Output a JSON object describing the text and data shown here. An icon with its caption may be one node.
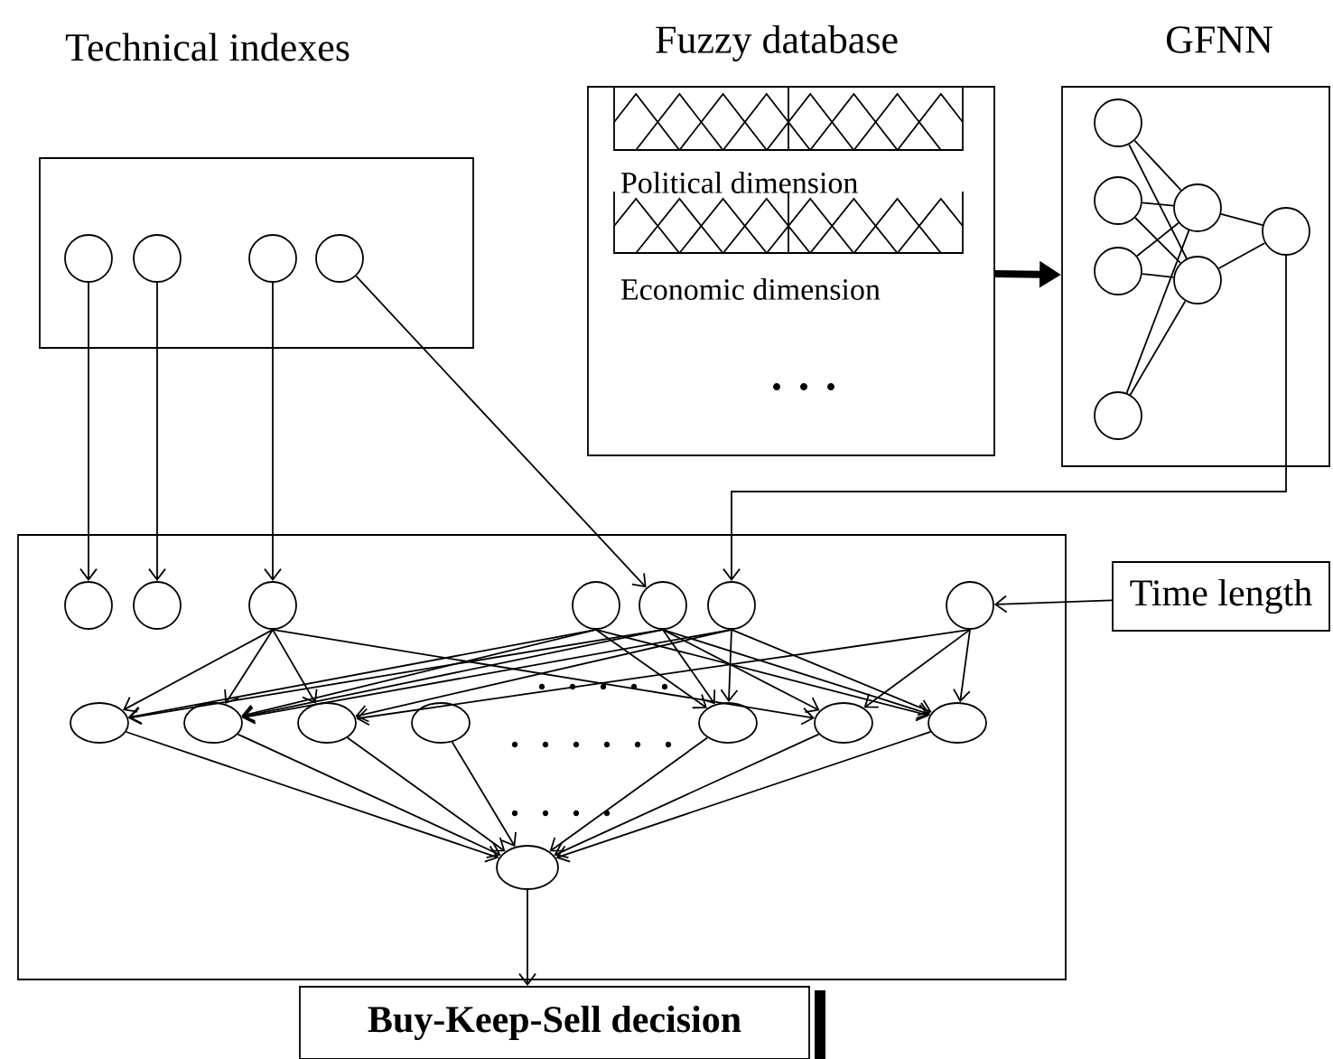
{
  "diagram": {
    "nodes": [
      {
        "text": [
          "Technical indexes"
        ]
      },
      {
        "text": [],
        "shape": "circle",
        "in": 0
      },
      {
        "text": [],
        "shape": "circle",
        "in": 0
      },
      {
        "text": [],
        "shape": "circle",
        "in": 0
      },
      {
        "text": [],
        "shape": "circle",
        "in": 0
      },
      {
        "text": [
          "Fuzzy database",
          "Political dimension",
          "Economic dimension"
        ]
      },
      {
        "text": [
          "GFNN"
        ]
      },
      {
        "text": [],
        "shape": "circle",
        "in": 6
      },
      {
        "text": [],
        "shape": "circle",
        "in": 6
      },
      {
        "text": [],
        "shape": "circle",
        "in": 6
      },
      {
        "text": [],
        "shape": "circle",
        "in": 6
      },
      {
        "text": [],
        "shape": "circle",
        "in": 6
      },
      {
        "text": [],
        "shape": "circle",
        "in": 6
      },
      {
        "text": [],
        "shape": "circle",
        "in": 6
      },
      {
        "text": [],
        "shape": "box"
      },
      {
        "text": [],
        "shape": "circle",
        "in": 14
      },
      {
        "text": [],
        "shape": "circle",
        "in": 14
      },
      {
        "text": [],
        "shape": "circle",
        "in": 14
      },
      {
        "text": [],
        "shape": "circle",
        "in": 14
      },
      {
        "text": [],
        "shape": "circle",
        "in": 14
      },
      {
        "text": [],
        "shape": "circle",
        "in": 14
      },
      {
        "text": [],
        "shape": "circle",
        "in": 14
      },
      {
        "text": [],
        "shape": "ellipse",
        "in": 14
      },
      {
        "text": [],
        "shape": "ellipse",
        "in": 14
      },
      {
        "text": [],
        "shape": "ellipse",
        "in": 14
      },
      {
        "text": [],
        "shape": "ellipse",
        "in": 14
      },
      {
        "text": [],
        "shape": "ellipse",
        "in": 14
      },
      {
        "text": [],
        "shape": "ellipse",
        "in": 14
      },
      {
        "text": [],
        "shape": "ellipse",
        "in": 14
      },
      {
        "text": [],
        "shape": "ellipse",
        "in": 14
      },
      {
        "text": [
          "Time length"
        ]
      },
      {
        "text": [
          "Buy-Keep-Sell decision"
        ]
      }
    ],
    "edges": [
      {
        "from": 1,
        "to": 15,
        "arrow": "to"
      },
      {
        "from": 2,
        "to": 16,
        "arrow": "to"
      },
      {
        "from": 3,
        "to": 17,
        "arrow": "to"
      },
      {
        "from": 4,
        "to": 19,
        "arrow": "to"
      },
      {
        "from": 5,
        "to": 6,
        "arrow": "to",
        "style": "thick"
      },
      {
        "from": 7,
        "to": 11,
        "arrow": "none"
      },
      {
        "from": 7,
        "to": 12,
        "arrow": "none"
      },
      {
        "from": 8,
        "to": 11,
        "arrow": "none"
      },
      {
        "from": 8,
        "to": 12,
        "arrow": "none"
      },
      {
        "from": 9,
        "to": 11,
        "arrow": "none"
      },
      {
        "from": 9,
        "to": 12,
        "arrow": "none"
      },
      {
        "from": 10,
        "to": 11,
        "arrow": "none"
      },
      {
        "from": 10,
        "to": 12,
        "arrow": "none"
      },
      {
        "from": 11,
        "to": 13,
        "arrow": "none"
      },
      {
        "from": 12,
        "to": 13,
        "arrow": "none"
      },
      {
        "from": 13,
        "to": 20,
        "arrow": "to"
      },
      {
        "from": 30,
        "to": 21,
        "arrow": "to"
      },
      {
        "from": 17,
        "to": 22,
        "arrow": "to"
      },
      {
        "from": 17,
        "to": 23,
        "arrow": "to"
      },
      {
        "from": 17,
        "to": 24,
        "arrow": "to"
      },
      {
        "from": 17,
        "to": 27,
        "arrow": "to"
      },
      {
        "from": 18,
        "to": 22,
        "arrow": "to"
      },
      {
        "from": 18,
        "to": 23,
        "arrow": "to"
      },
      {
        "from": 18,
        "to": 26,
        "arrow": "to"
      },
      {
        "from": 18,
        "to": 28,
        "arrow": "to"
      },
      {
        "from": 19,
        "to": 22,
        "arrow": "to"
      },
      {
        "from": 19,
        "to": 23,
        "arrow": "to"
      },
      {
        "from": 19,
        "to": 26,
        "arrow": "to"
      },
      {
        "from": 19,
        "to": 27,
        "arrow": "to"
      },
      {
        "from": 19,
        "to": 28,
        "arrow": "to"
      },
      {
        "from": 20,
        "to": 23,
        "arrow": "to"
      },
      {
        "from": 20,
        "to": 24,
        "arrow": "to"
      },
      {
        "from": 20,
        "to": 26,
        "arrow": "to"
      },
      {
        "from": 20,
        "to": 28,
        "arrow": "to"
      },
      {
        "from": 21,
        "to": 24,
        "arrow": "to"
      },
      {
        "from": 21,
        "to": 27,
        "arrow": "to"
      },
      {
        "from": 21,
        "to": 28,
        "arrow": "to"
      },
      {
        "from": 22,
        "to": 29,
        "arrow": "to"
      },
      {
        "from": 23,
        "to": 29,
        "arrow": "to"
      },
      {
        "from": 24,
        "to": 29,
        "arrow": "to"
      },
      {
        "from": 25,
        "to": 29,
        "arrow": "to"
      },
      {
        "from": 26,
        "to": 29,
        "arrow": "to"
      },
      {
        "from": 27,
        "to": 29,
        "arrow": "to"
      },
      {
        "from": 28,
        "to": 29,
        "arrow": "to"
      },
      {
        "from": 29,
        "to": 31,
        "arrow": "to"
      }
    ]
  }
}
